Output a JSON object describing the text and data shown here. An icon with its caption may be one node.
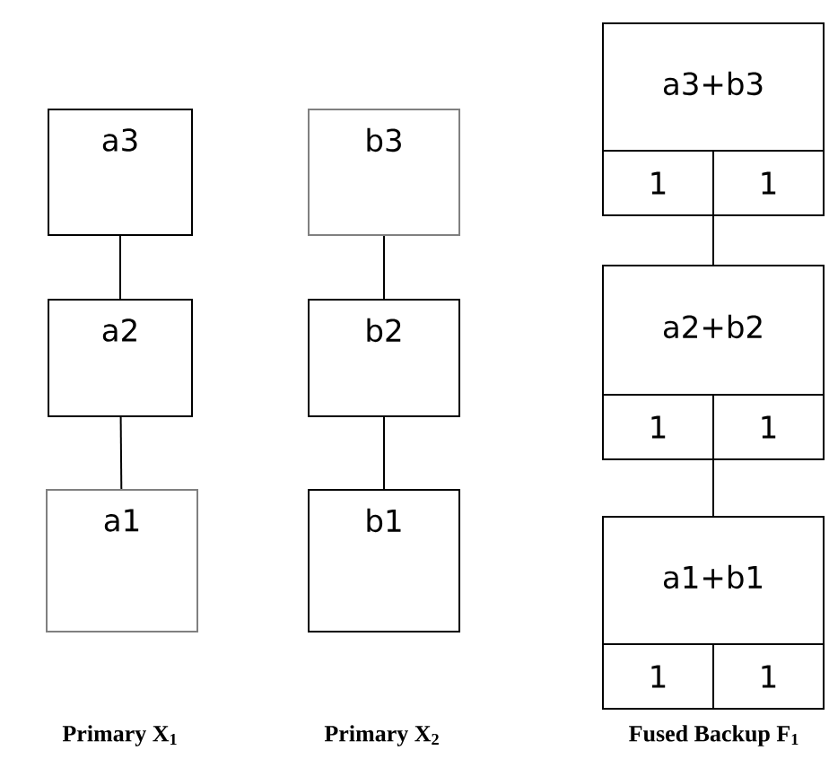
{
  "diagram": {
    "nodes": [
      {
        "text": [
          "a3"
        ]
      },
      {
        "text": [
          "a2"
        ]
      },
      {
        "text": [
          "a1"
        ]
      },
      {
        "text": [
          "b3"
        ]
      },
      {
        "text": [
          "b2"
        ]
      },
      {
        "text": [
          "b1"
        ]
      },
      {
        "text": [
          "a3+b3"
        ]
      },
      {
        "text": [
          "1"
        ],
        "in": 6
      },
      {
        "text": [
          "1"
        ],
        "in": 6
      },
      {
        "text": [
          "a2+b2"
        ]
      },
      {
        "text": [
          "1"
        ],
        "in": 9
      },
      {
        "text": [
          "1"
        ],
        "in": 9
      },
      {
        "text": [
          "a1+b1"
        ]
      },
      {
        "text": [
          "1"
        ],
        "in": 12
      },
      {
        "text": [
          "1"
        ],
        "in": 12
      }
    ],
    "edges": [
      {
        "from": 0,
        "to": 1,
        "arrow": "none"
      },
      {
        "from": 1,
        "to": 2,
        "arrow": "none"
      },
      {
        "from": 3,
        "to": 4,
        "arrow": "none"
      },
      {
        "from": 4,
        "to": 5,
        "arrow": "none"
      },
      {
        "from": 6,
        "to": 9,
        "arrow": "none"
      },
      {
        "from": 9,
        "to": 12,
        "arrow": "none"
      }
    ],
    "labels": [
      "Primary X$_{1}$",
      "Primary X$_{2}$",
      "Fused Backup F$_{1}$"
    ]
  }
}
